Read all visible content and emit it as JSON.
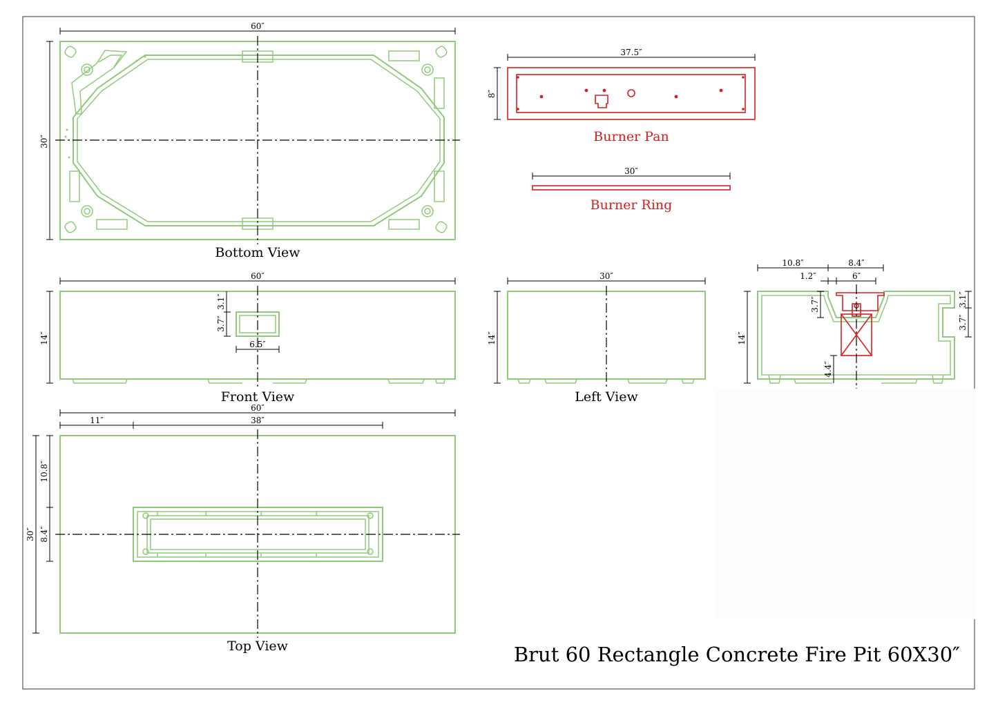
{
  "title": "Brut 60 Rectangle Concrete Fire Pit 60X30″",
  "colors": {
    "concrete_outline": "#8fca7a",
    "burner_outline": "#d42020",
    "dimension_lines": "#000000"
  },
  "views": {
    "bottom": {
      "caption": "Bottom View",
      "width_label": "60″",
      "height_label": "30″"
    },
    "burner_pan": {
      "caption": "Burner Pan",
      "width_label": "37.5″",
      "height_label": "8″"
    },
    "burner_ring": {
      "caption": "Burner Ring",
      "width_label": "30″"
    },
    "front": {
      "caption": "Front View",
      "width_label": "60″",
      "height_label": "14″",
      "vent_top_label": "3.1″",
      "vent_height_label": "3.7″",
      "vent_width_label": "6.5″"
    },
    "left": {
      "caption": "Left View",
      "width_label": "30″",
      "height_label": "14″"
    },
    "section": {
      "top_left_label": "10.8″",
      "top_right_label": "8.4″",
      "wall_label": "1.2″",
      "opening_label": "6″",
      "depth_label": "3.7″",
      "height_label": "14″",
      "leg_label": "4.4″",
      "right_top_label": "3.1″",
      "right_vent_label": "3.7″"
    },
    "top": {
      "caption": "Top View",
      "width_label": "60″",
      "offset_label": "11″",
      "opening_width_label": "38″",
      "opening_offset_label": "10.8″",
      "opening_depth_label": "8.4″",
      "height_label": "30″"
    }
  }
}
